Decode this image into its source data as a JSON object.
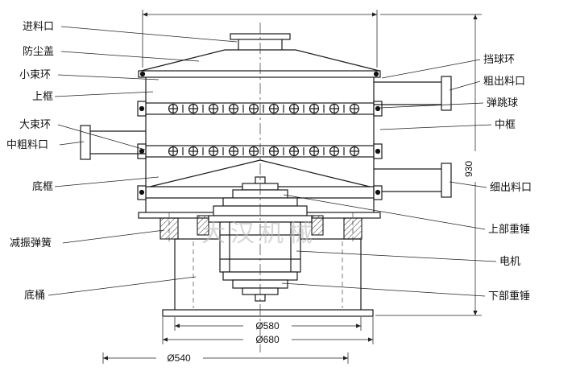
{
  "diagram": {
    "watermark": "大汉机械",
    "labels_left": [
      "进料口",
      "防尘盖",
      "小束环",
      "上框",
      "大束环",
      "中粗料口",
      "底框",
      "减振弹簧",
      "底桶"
    ],
    "labels_right": [
      "挡球环",
      "粗出料口",
      "弹跳球",
      "中框",
      "细出料口",
      "上部重锤",
      "电机",
      "下部重锤"
    ],
    "dimensions": {
      "overall_height": "930",
      "barrel_diameter": "Ø580",
      "flange_diameter": "Ø680",
      "base_diameter": "Ø540"
    }
  }
}
